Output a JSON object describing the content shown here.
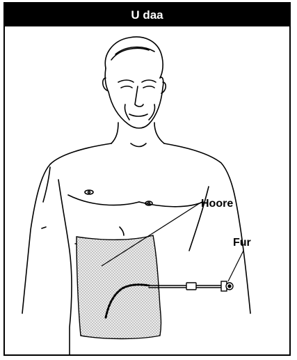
{
  "title": "U daa",
  "labels": {
    "area": "Hoore",
    "tube": "Fur"
  },
  "colors": {
    "title_background": "#000000",
    "title_text": "#ffffff",
    "line": "#000000",
    "shaded_area": "#d9d9d9"
  },
  "icons": {
    "figure": "man-torso-illustration",
    "shaded_region": "stippled-abdomen-area",
    "catheter": "tube-catheter-icon"
  }
}
